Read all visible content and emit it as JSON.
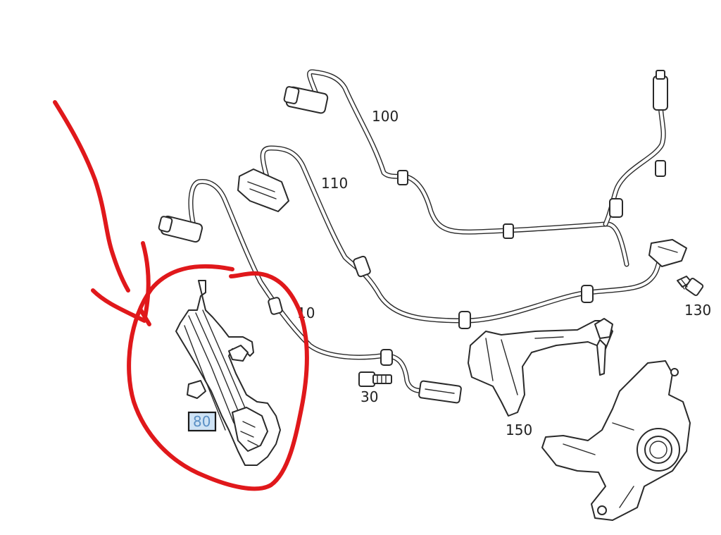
{
  "diagram": {
    "labels": {
      "p100": "100",
      "p110": "110",
      "p10": "10",
      "p130": "130",
      "p30": "30",
      "p150": "150",
      "p80": "80"
    },
    "colors": {
      "annotation": "#e0181b",
      "highlight_box_fill": "#cfe3f5",
      "highlight_text": "#5a8fc4",
      "line_art": "#2a2a2a"
    },
    "highlighted_part": "80"
  }
}
